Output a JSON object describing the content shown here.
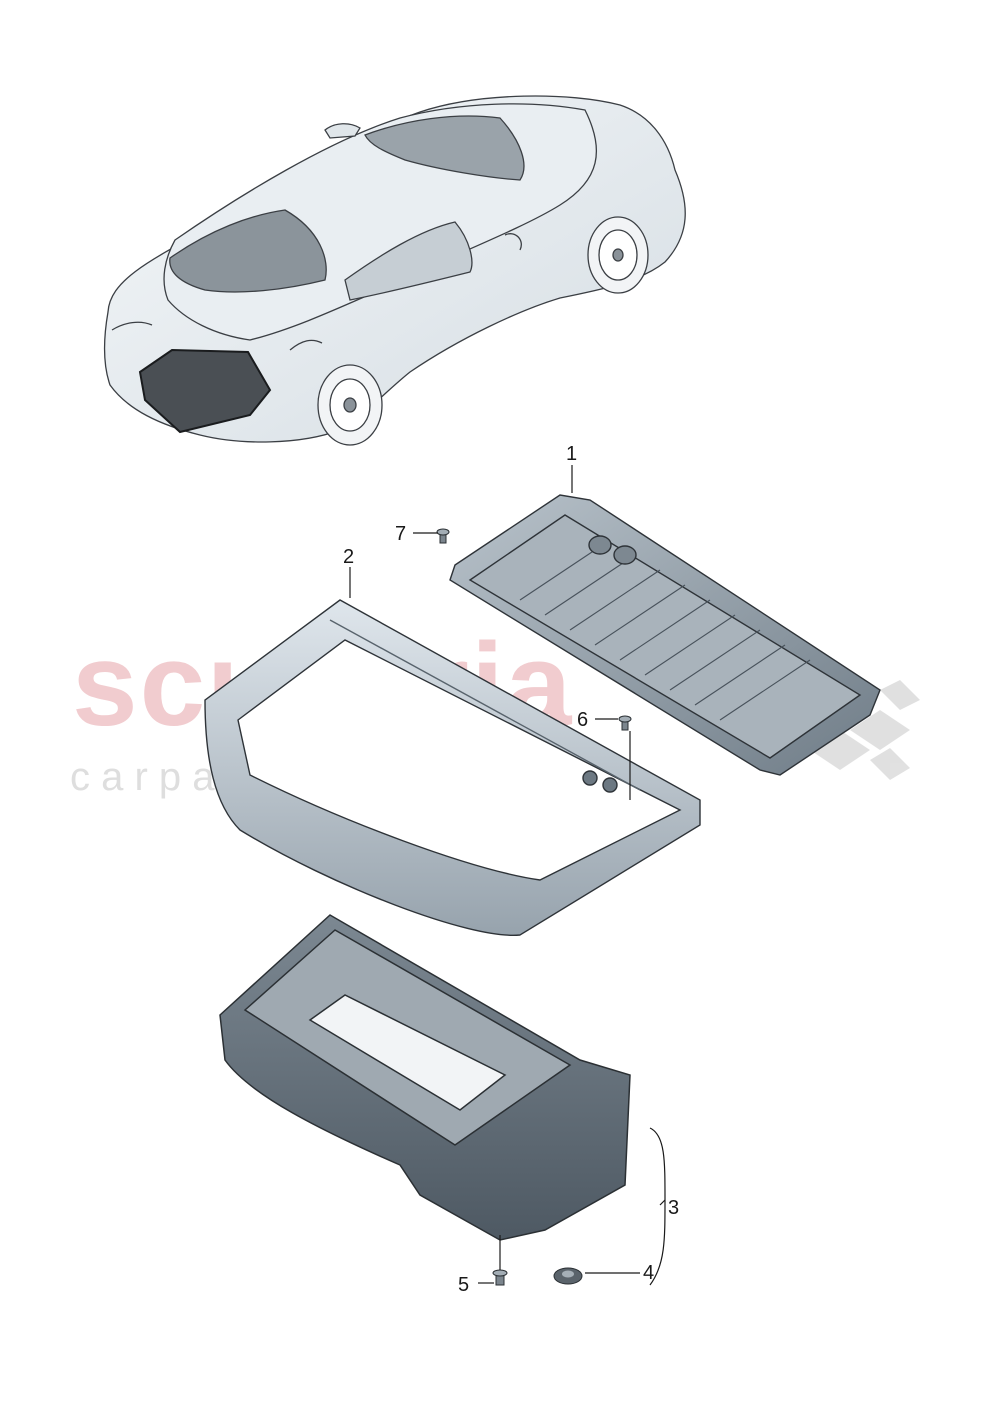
{
  "watermark": {
    "brand": "scuderia",
    "sub": "c a r   p a r t s"
  },
  "callouts": [
    {
      "id": "1",
      "label": "1"
    },
    {
      "id": "2",
      "label": "2"
    },
    {
      "id": "3",
      "label": "3"
    },
    {
      "id": "4",
      "label": "4"
    },
    {
      "id": "5",
      "label": "5"
    },
    {
      "id": "6",
      "label": "6"
    },
    {
      "id": "7",
      "label": "7"
    }
  ]
}
